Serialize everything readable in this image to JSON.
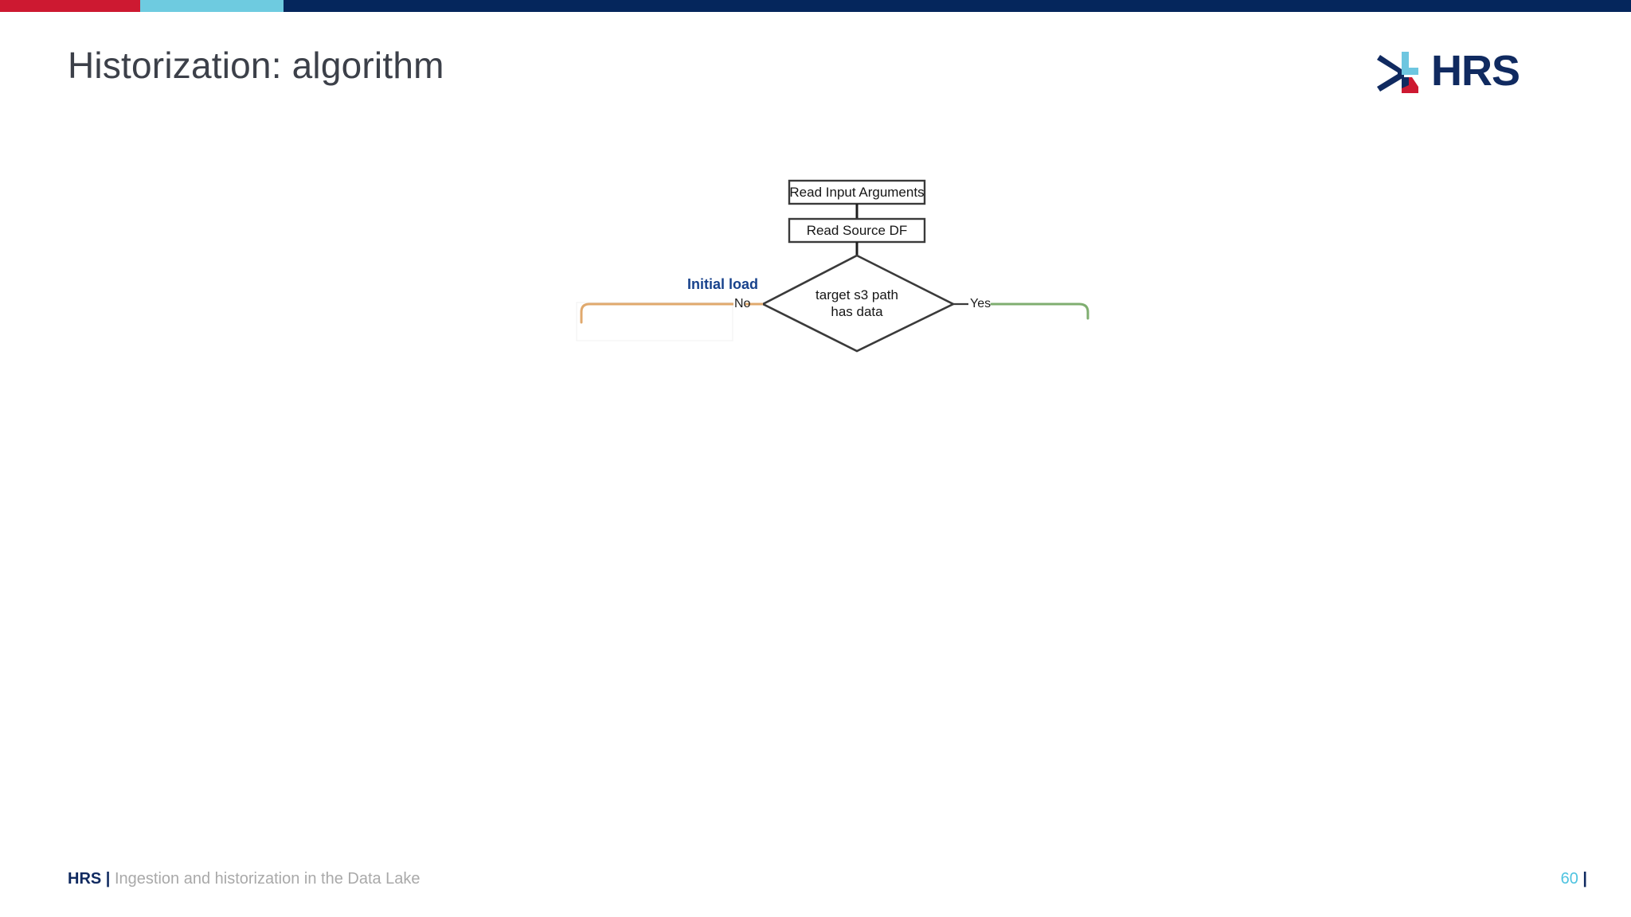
{
  "slide": {
    "title": "Historization: algorithm",
    "page_number": "60",
    "page_separator": "|"
  },
  "topbar": {
    "segments": [
      {
        "name": "red",
        "color": "#cd1931"
      },
      {
        "name": "cyan",
        "color": "#6ecbe0"
      },
      {
        "name": "navy",
        "color": "#05265c"
      }
    ]
  },
  "logo": {
    "wordmark": "HRS",
    "mark_colors": {
      "navy": "#102a60",
      "light_blue": "#6ec6e0",
      "red": "#cd1931"
    }
  },
  "footer": {
    "brand": "HRS",
    "separator": "|",
    "text": "Ingestion and historization in the Data Lake"
  },
  "chart_data": {
    "type": "diagram",
    "title": "Historization: algorithm",
    "nodes": [
      {
        "id": "read-input-arguments",
        "shape": "rect",
        "label": "Read Input Arguments"
      },
      {
        "id": "read-source-df",
        "shape": "rect",
        "label": "Read Source DF"
      },
      {
        "id": "target-s3-has-data",
        "shape": "diamond",
        "label": "target s3 path\nhas data"
      }
    ],
    "edges": [
      {
        "from": "read-input-arguments",
        "to": "read-source-df",
        "label": "",
        "color": "#1d1d1d"
      },
      {
        "from": "read-source-df",
        "to": "target-s3-has-data",
        "label": "",
        "color": "#1d1d1d"
      },
      {
        "from": "target-s3-has-data",
        "to": "",
        "label": "No",
        "color": "#e0a96d",
        "direction": "left"
      },
      {
        "from": "target-s3-has-data",
        "to": "",
        "label": "Yes",
        "color": "#7fae70",
        "direction": "right"
      }
    ],
    "annotations": [
      {
        "id": "initial-load",
        "label": "Initial load",
        "color": "#18428c"
      }
    ]
  },
  "flowchart": {
    "box_read_input": "Read Input Arguments",
    "box_read_source": "Read Source DF",
    "decision": "target s3 path\nhas data",
    "label_no": "No",
    "label_yes": "Yes",
    "label_initial_load": "Initial load"
  }
}
